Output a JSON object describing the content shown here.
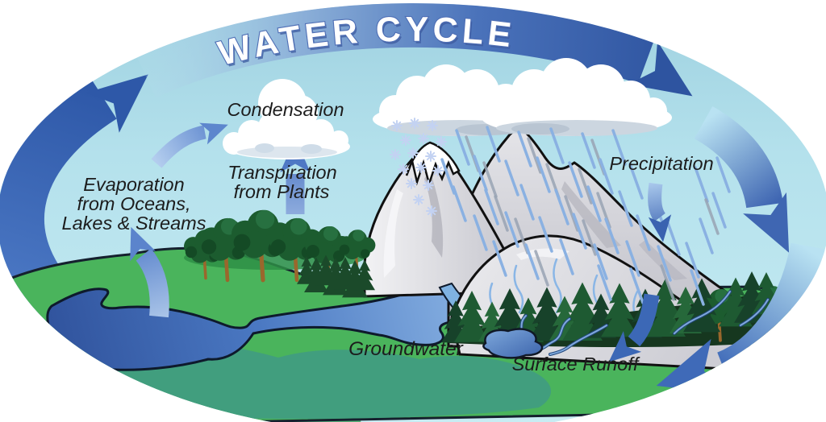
{
  "title": "WATER CYCLE",
  "labels": {
    "condensation": "Condensation",
    "transpiration_line1": "Transpiration",
    "transpiration_line2": "from Plants",
    "evaporation_line1": "Evaporation",
    "evaporation_line2": "from Oceans,",
    "evaporation_line3": "Lakes & Streams",
    "precipitation": "Precipitation",
    "groundwater": "Groundwater",
    "surface_runoff": "Surface Runoff"
  },
  "diagram": {
    "type": "water-cycle",
    "shape": "ellipse",
    "flow_direction": "clockwise",
    "icons": [
      "left-cycle-arrow-icon",
      "top-cycle-arrow-icon",
      "right-cycle-arrow-icon",
      "bottom-right-cycle-arrow-icon",
      "evaporation-up-arrow-icon",
      "condensation-curved-arrow-icon",
      "transpiration-up-arrow-icon",
      "precipitation-down-arrow-icon",
      "surface-runoff-arrow-icon",
      "rain-streaks-icon",
      "snowflakes-icon",
      "cloud-icon",
      "mountain-icon",
      "snow-cap-icon",
      "deciduous-trees-icon",
      "conifer-forest-icon",
      "lake-icon",
      "pond-icon",
      "stream-icon"
    ]
  },
  "colors": {
    "sky": "#b4e1ec",
    "band_dark_blue": "#2e54a0",
    "band_mid_blue": "#4a72ba",
    "band_light_blue": "#b9e2f2",
    "arrow_blue": "#3c68b6",
    "light_arrow_blue": "#a9c4e8",
    "land_green": "#4ab45c",
    "groundwater_teal": "#3e968c",
    "water_blue": "#4a78c2",
    "water_outline": "#0e1a2c",
    "mountain_gray": "#cfcfd5",
    "snow_white": "#ffffff",
    "tree_green": "#1c5c2f",
    "conifer_green": "#1b4a2a",
    "trunk_brown": "#9a672c",
    "label_text": "#1c1c1c",
    "title_fill": "#ffffff",
    "title_outline": "#4f6fb5"
  }
}
